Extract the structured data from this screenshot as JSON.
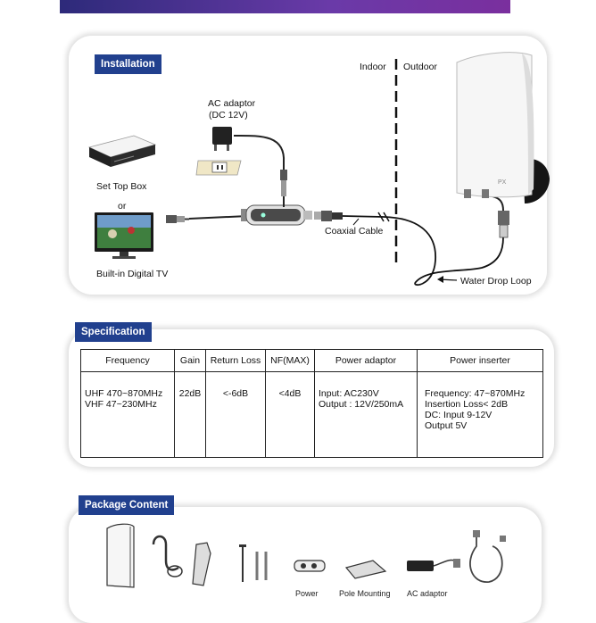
{
  "installation": {
    "tag": "Installation",
    "indoor": "Indoor",
    "outdoor": "Outdoor",
    "ac_adaptor": "AC adaptor",
    "ac_voltage": "(DC 12V)",
    "set_top_box": "Set Top Box",
    "or": "or",
    "built_in_tv": "Built-in Digital TV",
    "coaxial_cable": "Coaxial Cable",
    "water_drop_loop": "Water Drop Loop",
    "antenna_logo": "PX"
  },
  "specification": {
    "tag": "Specification",
    "headers": [
      "Frequency",
      "Gain",
      "Return Loss",
      "NF(MAX)",
      "Power adaptor",
      "Power inserter"
    ],
    "row": {
      "frequency": "UHF 470~870MHz\nVHF 47~230MHz",
      "gain": "22dB",
      "return_loss": "<-6dB",
      "nf": "<4dB",
      "power_adaptor": "Input: AC230V\nOutput : 12V/250mA",
      "power_inserter": "Frequency: 47~870MHz\nInsertion Loss< 2dB\nDC: Input 9-12V\n       Output 5V"
    }
  },
  "package": {
    "tag": "Package Content",
    "labels": [
      "Power",
      "Pole Mounting",
      "AC adaptor"
    ]
  }
}
